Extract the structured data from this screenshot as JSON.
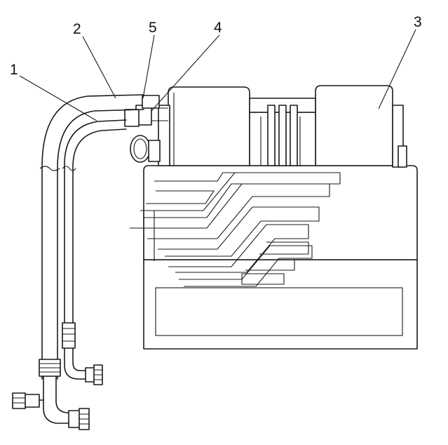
{
  "callouts": [
    {
      "id": "1",
      "label": "1"
    },
    {
      "id": "2",
      "label": "2"
    },
    {
      "id": "3",
      "label": "3"
    },
    {
      "id": "4",
      "label": "4"
    },
    {
      "id": "5",
      "label": "5"
    }
  ],
  "colors": {
    "line": "#1a1a1a",
    "background": "#ffffff",
    "shade": "#e6e6e6"
  }
}
